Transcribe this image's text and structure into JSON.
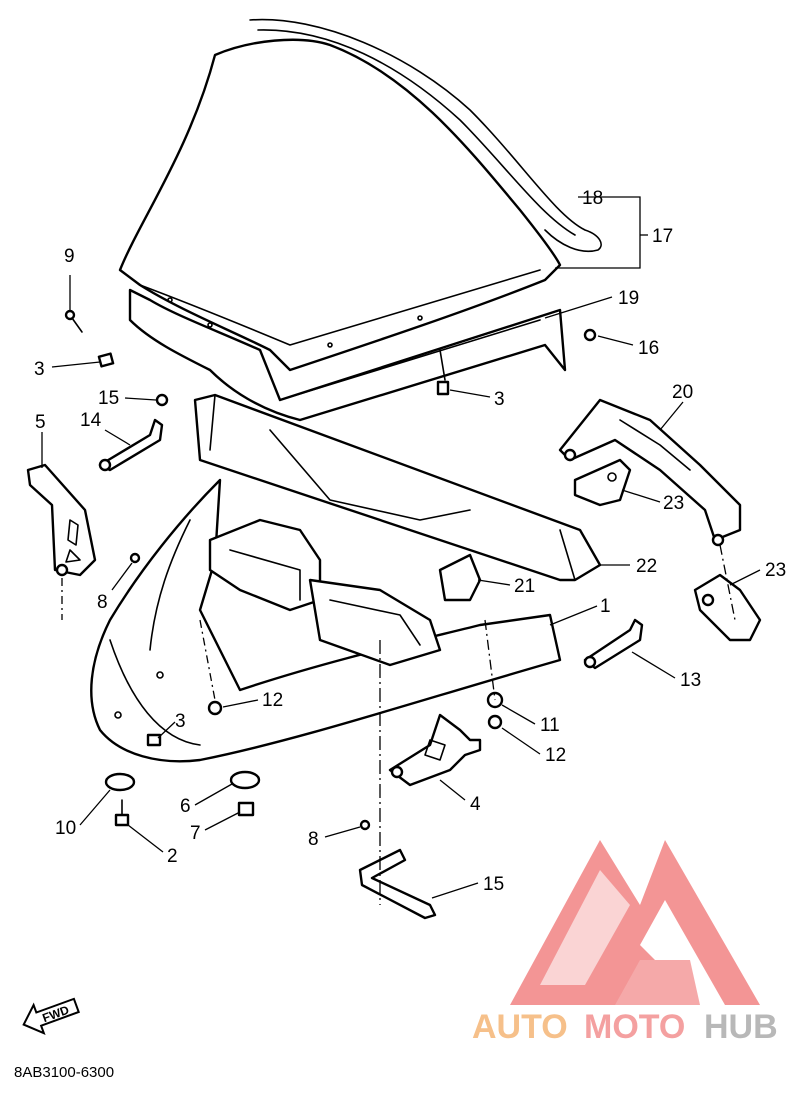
{
  "diagram": {
    "part_number_code": "8AB3100-6300",
    "fwd_label": "FWD",
    "callouts": [
      "1",
      "2",
      "3",
      "3",
      "3",
      "4",
      "5",
      "6",
      "7",
      "8",
      "8",
      "9",
      "10",
      "11",
      "12",
      "12",
      "13",
      "14",
      "15",
      "15",
      "16",
      "17",
      "18",
      "19",
      "20",
      "21",
      "22",
      "23",
      "23"
    ]
  },
  "watermark": {
    "text_auto": "AUTO",
    "text_moto": "MOTO",
    "text_hub": "HUB",
    "colors": {
      "logo_red": "#f28a8a",
      "auto_orange": "#f6c08a",
      "moto_red": "#f4a0a0",
      "hub_gray": "#b8b8b8"
    }
  }
}
